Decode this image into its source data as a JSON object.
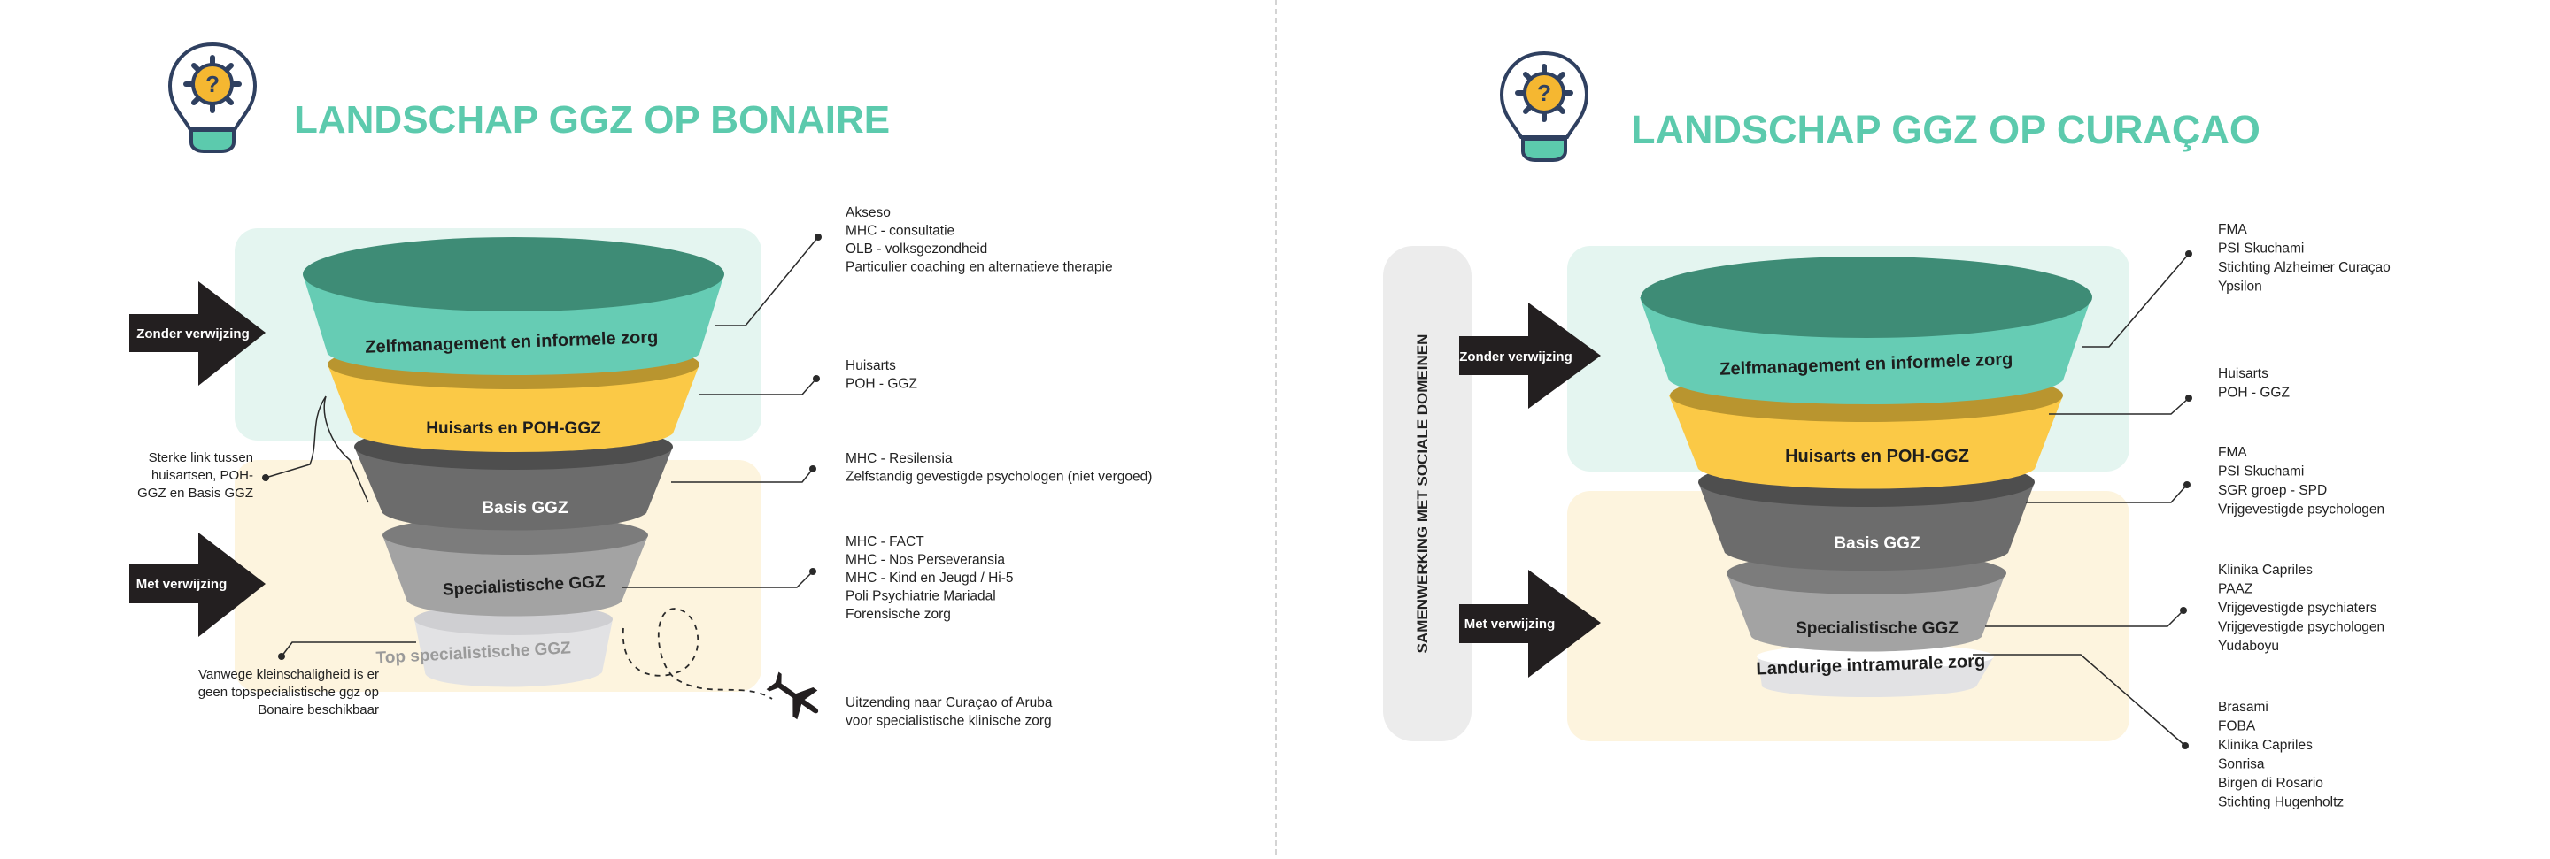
{
  "colors": {
    "title": "#5ccaad",
    "teal_layer": "#66ccb4",
    "teal_top": "#3e8c76",
    "yellow_layer": "#fbc946",
    "yellow_top": "#b9952f",
    "dark_gray": "#6c6c6c",
    "dark_gray_top": "#4e4e4e",
    "mid_gray": "#a3a3a3",
    "mid_gray_top": "#7c7c7c",
    "light_gray": "#e2e2e4",
    "light_gray_top": "#cfcfd2",
    "zone_teal": "#e4f5f0",
    "zone_yellow": "#fdf4de",
    "arrow": "#231f20",
    "line": "#2a2a2a"
  },
  "bonaire": {
    "title": "LANDSCHAP GGZ OP BONAIRE",
    "icon": "lightbulb-gear-question-icon",
    "arrow_without_referral": "Zonder verwijzing",
    "arrow_with_referral": "Met verwijzing",
    "layers": [
      "Zelfmanagement en informele zorg",
      "Huisarts en POH-GGZ",
      "Basis GGZ",
      "Specialistische GGZ",
      "Top specialistische  GGZ"
    ],
    "note_link": [
      "Sterke link tussen",
      "huisartsen, POH-",
      "GGZ en Basis GGZ"
    ],
    "note_top": [
      "Vanwege kleinschaligheid is er",
      "geen topspecialistische ggz op",
      "Bonaire beschikbaar"
    ],
    "providers": [
      [
        "Akseso",
        "MHC - consultatie",
        "OLB - volksgezondheid",
        "Particulier coaching en alternatieve therapie"
      ],
      [
        "Huisarts",
        "POH - GGZ"
      ],
      [
        "MHC - Resilensia",
        "Zelfstandig gevestigde psychologen (niet vergoed)"
      ],
      [
        "MHC - FACT",
        "MHC - Nos Perseveransia",
        "MHC - Kind en Jeugd / Hi-5",
        "Poli Psychiatrie Mariadal",
        "Forensische zorg"
      ],
      [
        "Uitzending naar Curaçao of Aruba",
        "voor specialistische klinische zorg"
      ]
    ]
  },
  "curacao": {
    "title": "LANDSCHAP GGZ OP CURAÇAO",
    "icon": "lightbulb-gear-question-icon",
    "side_label": "SAMENWERKING MET SOCIALE DOMEINEN",
    "arrow_without_referral": "Zonder verwijzing",
    "arrow_with_referral": "Met verwijzing",
    "layers": [
      "Zelfmanagement en informele zorg",
      "Huisarts en POH-GGZ",
      "Basis GGZ",
      "Specialistische GGZ",
      "Landurige intramurale zorg"
    ],
    "providers": [
      [
        "FMA",
        "PSI Skuchami",
        "Stichting Alzheimer Curaçao",
        "Ypsilon"
      ],
      [
        "Huisarts",
        "POH - GGZ"
      ],
      [
        "FMA",
        "PSI Skuchami",
        "SGR groep - SPD",
        "Vrijgevestigde psychologen"
      ],
      [
        "Klinika Capriles",
        "PAAZ",
        "Vrijgevestigde psychiaters",
        "Vrijgevestigde psychologen",
        "Yudaboyu"
      ],
      [
        "Brasami",
        "FOBA",
        "Klinika Capriles",
        "Sonrisa",
        "Birgen di Rosario",
        "Stichting Hugenholtz"
      ]
    ]
  }
}
